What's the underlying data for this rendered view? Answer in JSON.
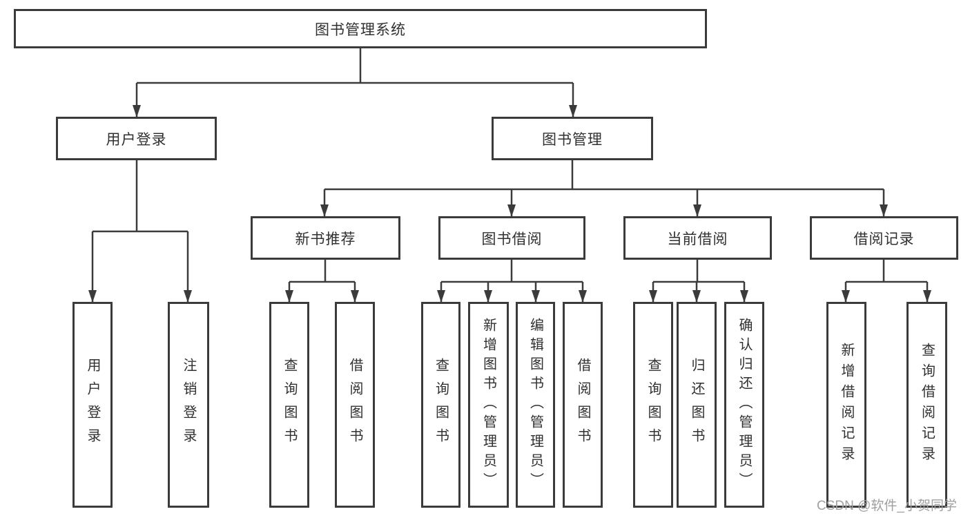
{
  "title": "图书管理系统",
  "nodes": {
    "root": {
      "label": "图书管理系统"
    },
    "level2": [
      {
        "label": "用户登录"
      },
      {
        "label": "图书管理"
      }
    ],
    "level3": [
      {
        "label": "新书推荐"
      },
      {
        "label": "图书借阅"
      },
      {
        "label": "当前借阅"
      },
      {
        "label": "借阅记录"
      }
    ],
    "level4": [
      {
        "label": "用户登录"
      },
      {
        "label": "注销登录"
      },
      {
        "label": "查询图书"
      },
      {
        "label": "借阅图书"
      },
      {
        "label": "查询图书"
      },
      {
        "label": "新增图书（管理员）"
      },
      {
        "label": "编辑图书（管理员）"
      },
      {
        "label": "借阅图书"
      },
      {
        "label": "查询图书"
      },
      {
        "label": "归还图书"
      },
      {
        "label": "确认归还（管理员）"
      },
      {
        "label": "新增借阅记录"
      },
      {
        "label": "查询借阅记录"
      }
    ]
  },
  "watermark": "CSDN @软件_小贺同学",
  "colors": {
    "line": "#3b3b3b",
    "box_border": "#3b3b3b",
    "box_fill": "#ffffff",
    "text": "#303030",
    "watermark": "#9f9f9f",
    "background": "#ffffff"
  }
}
